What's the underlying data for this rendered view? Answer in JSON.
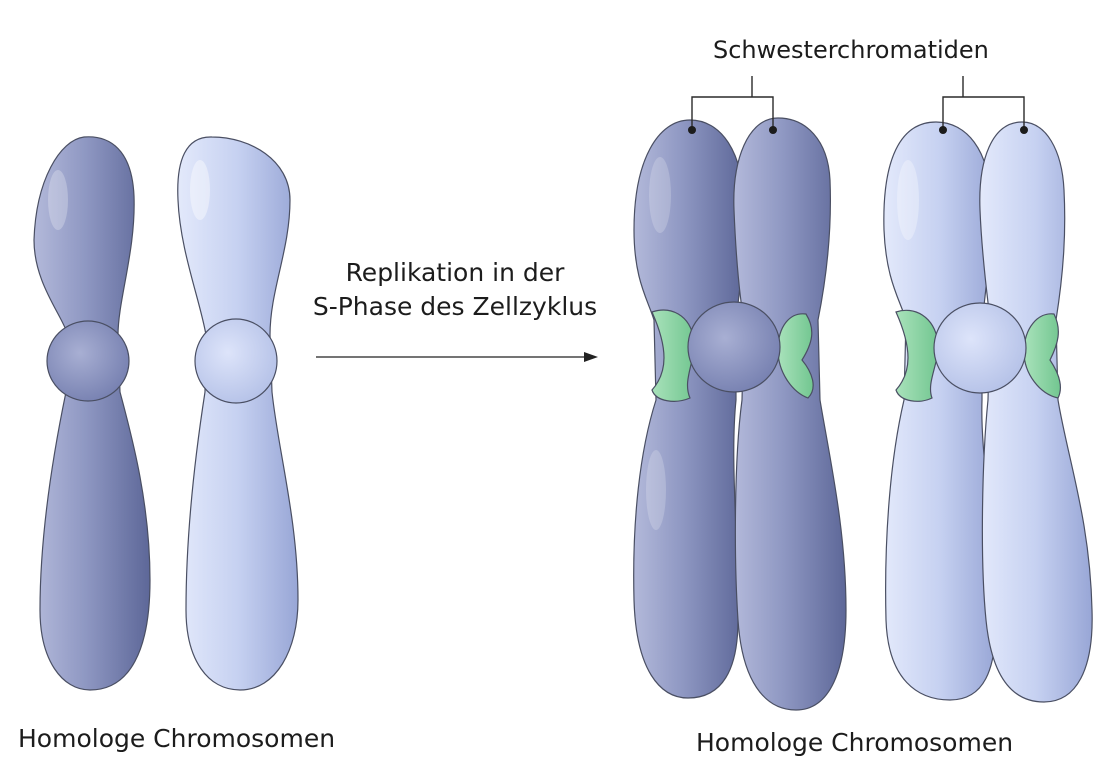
{
  "labels": {
    "left_caption": "Homologe Chromosomen",
    "right_caption": "Homologe Chromosomen",
    "sister_label": "Schwesterchromatiden",
    "replication_line1": "Replikation in der",
    "replication_line2": "S-Phase des Zellzyklus"
  },
  "colors": {
    "dark_chromosome": "#8a93bd",
    "light_chromosome": "#c9d3f0",
    "kinetochore": "#8fd6a6",
    "outline": "#4a4f63"
  }
}
